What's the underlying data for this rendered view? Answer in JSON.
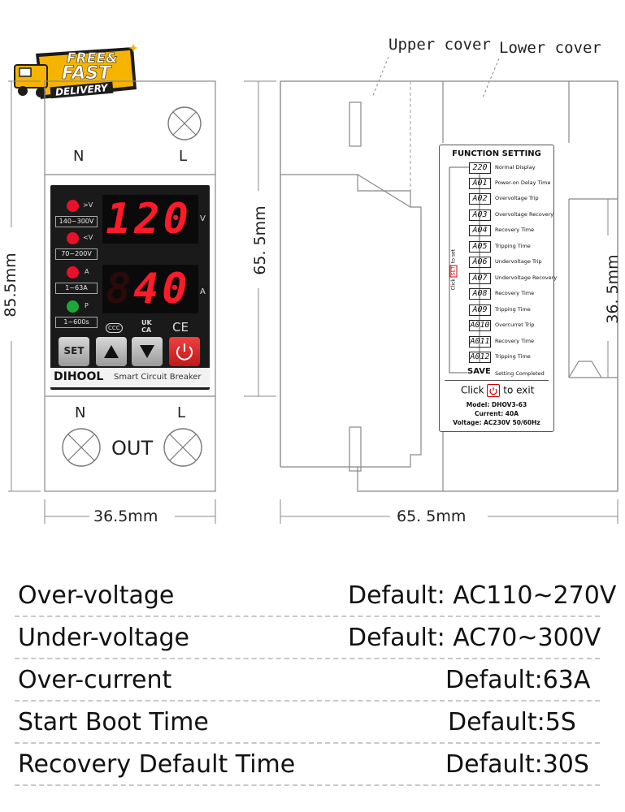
{
  "badge": {
    "line1": "FREE&",
    "line2": "FAST",
    "line3": "DELIVERY"
  },
  "front": {
    "top_terminal_n": "N",
    "top_terminal_l": "L",
    "bottom_terminal_n": "N",
    "bottom_terminal_l": "L",
    "out_label": "OUT",
    "voltage_display": "120",
    "voltage_unit": "V",
    "current_display": "40",
    "current_unit": "A",
    "indicators": [
      {
        "symbol": ">V",
        "range": "140~300V",
        "color": "#e8102a"
      },
      {
        "symbol": "<V",
        "range": "70~200V",
        "color": "#e8102a"
      },
      {
        "symbol": "A",
        "range": "1~63A",
        "color": "#e8102a"
      },
      {
        "symbol": "P",
        "range": "1~600s",
        "color": "#1fa83a"
      }
    ],
    "cert_ccc": "CCC",
    "cert_ukca": "UK\nCA",
    "cert_ce": "CE",
    "set_button": "SET",
    "brand": "DIHOOL",
    "product_name": "Smart Circuit Breaker"
  },
  "dimensions": {
    "front_height": "85.5mm",
    "front_width": "36.5mm",
    "side_height": "65. 5mm",
    "side_width": "65. 5mm",
    "right_height": "36. 5mm"
  },
  "side_labels": {
    "upper": "Upper cover",
    "lower": "Lower cover"
  },
  "function_setting": {
    "title": "FUNCTION SETTING",
    "items": [
      {
        "code": "220",
        "desc": "Normal Display"
      },
      {
        "code": "A01",
        "desc": "Power-on Delay Time"
      },
      {
        "code": "A02",
        "desc": "Overvoltage Trip"
      },
      {
        "code": "A03",
        "desc": "Overvoltage Recovery"
      },
      {
        "code": "A04",
        "desc": "Recovery Time"
      },
      {
        "code": "A05",
        "desc": "Tripping Time"
      },
      {
        "code": "A06",
        "desc": "Undervoltage Trip"
      },
      {
        "code": "A07",
        "desc": "Undervoltage Recovery"
      },
      {
        "code": "A08",
        "desc": "Recovery Time"
      },
      {
        "code": "A09",
        "desc": "Tripping Time"
      },
      {
        "code": "A010",
        "desc": "Overcurret Trip"
      },
      {
        "code": "A011",
        "desc": "Recovery Time"
      },
      {
        "code": "A012",
        "desc": "Tripping Time"
      }
    ],
    "side_note_click": "Click",
    "side_note_set": "SET",
    "side_note_to_set": "to set",
    "save_label": "SAVE",
    "save_desc": "Setting Completed",
    "click_exit_prefix": "Click",
    "click_exit_suffix": "to exit",
    "model": "Model: DHOV3-63",
    "current": "Current: 40A",
    "voltage": "Voltage: AC230V 50/60Hz"
  },
  "specs": [
    {
      "label": "Over-voltage",
      "value": "Default: AC110~270V"
    },
    {
      "label": "Under-voltage",
      "value": "Default: AC70~300V"
    },
    {
      "label": "Over-current",
      "value": "Default:63A"
    },
    {
      "label": "Start Boot Time",
      "value": "Default:5S"
    },
    {
      "label": "Recovery Default Time",
      "value": "Default:30S"
    }
  ]
}
